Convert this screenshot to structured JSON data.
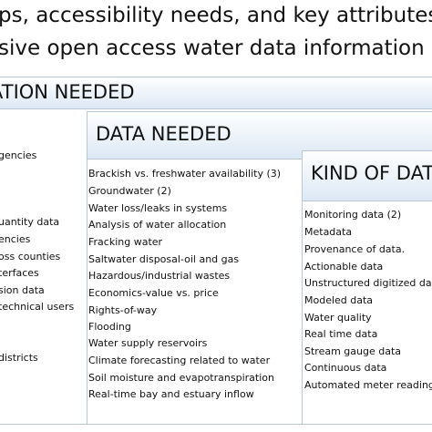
{
  "title": {
    "line1": "ps, accessibility needs, and key attributes",
    "line2": "sive open access water data information"
  },
  "panels": {
    "information": {
      "header": "ATION NEEDED",
      "items": [
        "gencies",
        "uantity data",
        "encies",
        "oss counties",
        "terfaces",
        "sion data",
        "technical users",
        " districts"
      ]
    },
    "data": {
      "header": "DATA NEEDED",
      "items": [
        "Brackish vs. freshwater availability (3)",
        "Groundwater (2)",
        "Water loss/leaks in systems",
        "Analysis of water allocation",
        "Fracking water",
        "Saltwater disposal-oil and gas",
        "Hazardous/industrial wastes",
        "Economics-value vs. price",
        "Rights-of-way",
        "Flooding",
        "Water supply reservoirs",
        "Climate forecasting related to water",
        "Soil moisture and evapotranspiration",
        "Real-time bay and estuary inflow"
      ]
    },
    "kind": {
      "header": "KIND OF DAT",
      "items": [
        "Monitoring data (2)",
        "Metadata",
        "Provenance of data.",
        "Actionable data",
        "Unstructured digitized data",
        "Modeled data",
        "Water quality",
        "Real time data",
        "Stream gauge data",
        "Continuous data",
        "Automated meter readings"
      ]
    }
  },
  "colors": {
    "panel_border": "#b9c6d6",
    "header_gradient_bottom": "#dce8f5",
    "text": "#111111"
  }
}
